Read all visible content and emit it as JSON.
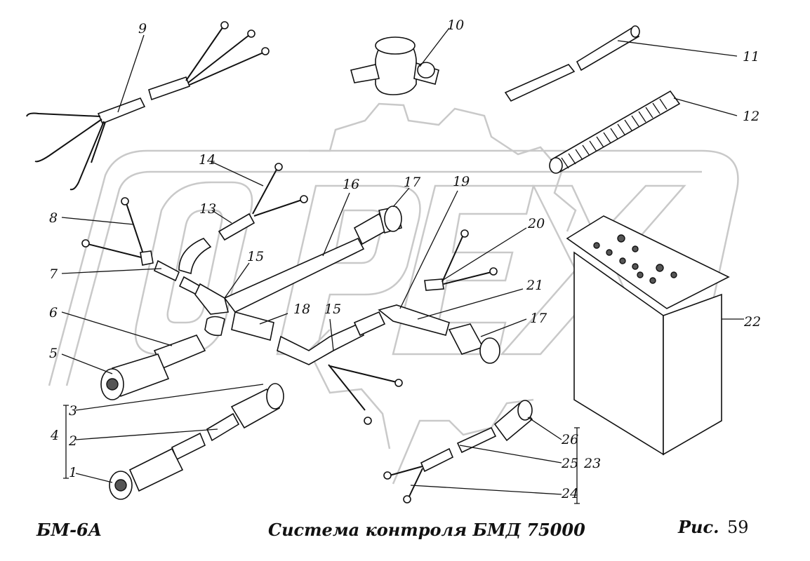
{
  "figure": {
    "model": "БМ-6А",
    "title": "Система контроля  БМД 75000",
    "fig_label": "Рис.",
    "fig_number": "59"
  },
  "watermark": {
    "text": "OPEX",
    "color": "#c9c9c9"
  },
  "callouts": {
    "c1": "1",
    "c2": "2",
    "c3": "3",
    "c4": "4",
    "c5": "5",
    "c6": "6",
    "c7": "7",
    "c8": "8",
    "c9": "9",
    "c10": "10",
    "c11": "11",
    "c12": "12",
    "c13": "13",
    "c14": "14",
    "c15a": "15",
    "c15b": "15",
    "c16": "16",
    "c17a": "17",
    "c17b": "17",
    "c18": "18",
    "c19": "19",
    "c20": "20",
    "c21": "21",
    "c22": "22",
    "c23": "23",
    "c24": "24",
    "c25": "25",
    "c26": "26"
  },
  "parts": [
    "wire-harness-9",
    "connector-block-10",
    "insulating-tube-11",
    "spring-12",
    "wire-13",
    "wire-14",
    "harness-15",
    "cable-16",
    "connector-17",
    "harness-18",
    "harness-19",
    "wire-20",
    "wire-21",
    "control-box-22",
    "cable-assembly-4",
    "cable-assembly-23"
  ]
}
